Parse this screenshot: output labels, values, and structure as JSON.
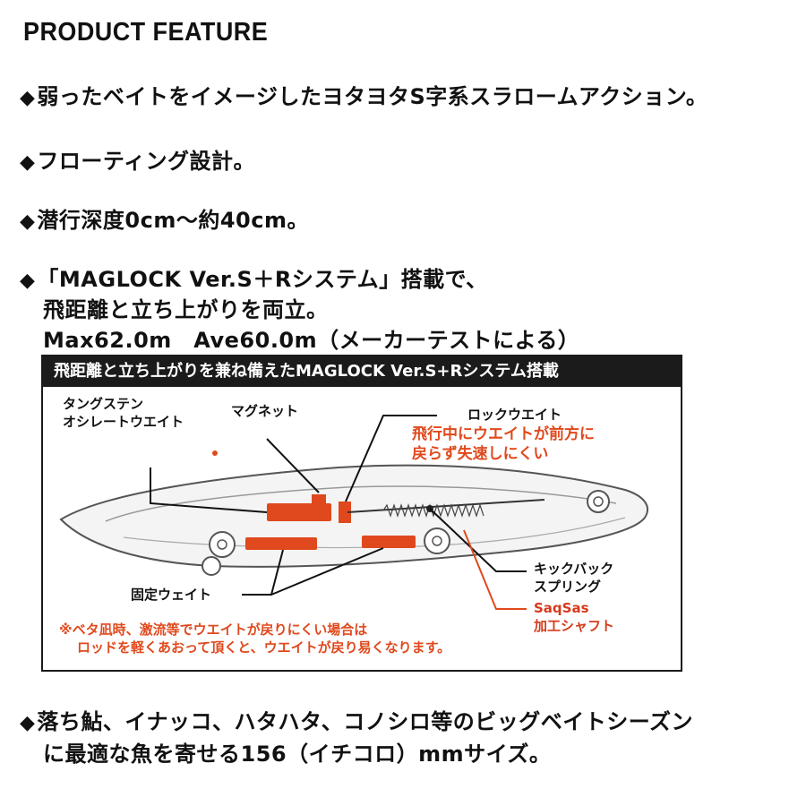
{
  "heading": "PRODUCT FEATURE",
  "features": {
    "f1": "弱ったベイトをイメージしたヨタヨタS字系スラロームアクション。",
    "f2": "フローティング設計。",
    "f3": "潜行深度0cm～約40cm。",
    "f4_line1": "「MAGLOCK Ver.S＋Rシステム」搭載で、",
    "f4_line2": "飛距離と立ち上がりを両立。",
    "f4_line3": "Max62.0m　Ave60.0m（メーカーテストによる）",
    "f5_line1": "落ち鮎、イナッコ、ハタハタ、コノシロ等のビッグベイトシーズン",
    "f5_line2": "に最適な魚を寄せる156（イチコロ）mmサイズ。"
  },
  "bullet_symbol": "◆",
  "diagram": {
    "header": "飛距離と立ち上がりを兼ね備えたMAGLOCK Ver.S+Rシステム搭載",
    "labels": {
      "tungsten_1": "タングステン",
      "tungsten_2": "オシレートウエイト",
      "magnet": "マグネット",
      "lock_weight": "ロックウエイト",
      "lock_note_1": "飛行中にウエイトが前方に",
      "lock_note_2": "戻らず失速しにくい",
      "fixed_weight": "固定ウェイト",
      "kickback_1": "キックバック",
      "kickback_2": "スプリング",
      "saqsas_1": "SaqSas",
      "saqsas_2": "加工シャフト",
      "footnote_1": "※ベタ凪時、激流等でウエイトが戻りにくい場合は",
      "footnote_2": "ロッドを軽くあおって頂くと、ウエイトが戻り易くなります。"
    }
  },
  "colors": {
    "accent_orange": "#e0491d",
    "header_bg": "#1b1b1b",
    "text": "#111111"
  }
}
